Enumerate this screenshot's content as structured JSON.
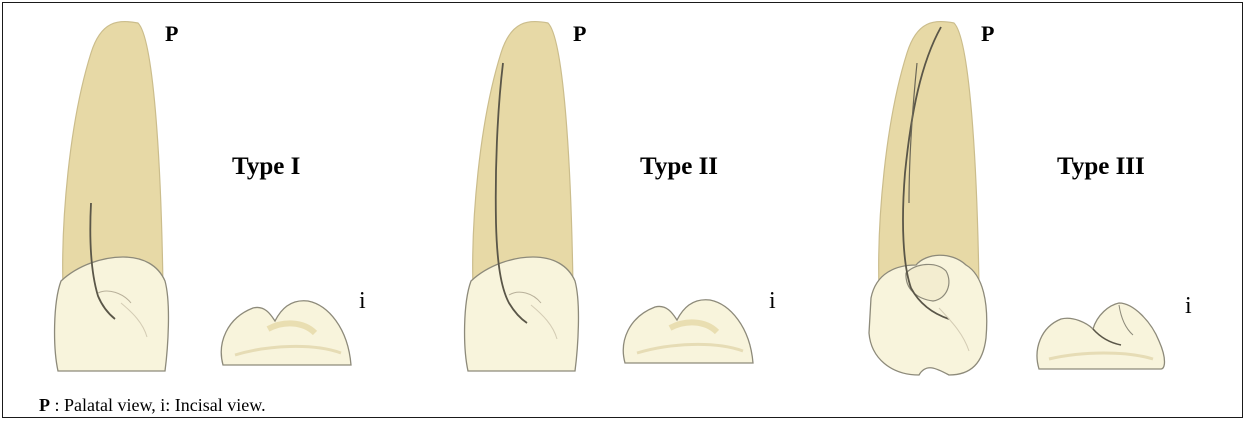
{
  "figure": {
    "panels": [
      {
        "type_label": "Type I",
        "palatal_letter": "P",
        "incisal_letter": "i"
      },
      {
        "type_label": "Type II",
        "palatal_letter": "P",
        "incisal_letter": "i"
      },
      {
        "type_label": "Type III",
        "palatal_letter": "P",
        "incisal_letter": "i"
      }
    ],
    "caption": {
      "p_key": "P",
      "p_text": " : Palatal view, i: Incisal view."
    },
    "colors": {
      "root": "#e7d9a6",
      "crown": "#f8f4dc",
      "outline": "#8d8a7a",
      "groove": "#5a5648",
      "frame": "#1a1a1a"
    }
  }
}
